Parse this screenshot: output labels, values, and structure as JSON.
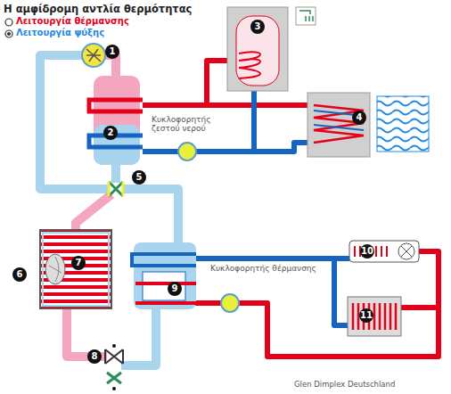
{
  "diagram": {
    "title": "Η αμφίδρομη αντλία θερμότητας",
    "labels": [
      "1",
      "2",
      "3",
      "4",
      "5",
      "6",
      "7",
      "8",
      "9",
      "10",
      "11",
      "Κυκλοφορητής ζεστού νερού",
      "Κυκλοφορητής θέρμανσης",
      "Glen Dimplex Deutschland"
    ],
    "legend": [
      {
        "text": "Λειτουργία θέρμανσης"
      },
      {
        "text": "Λειτουργία ψύξης"
      }
    ]
  }
}
